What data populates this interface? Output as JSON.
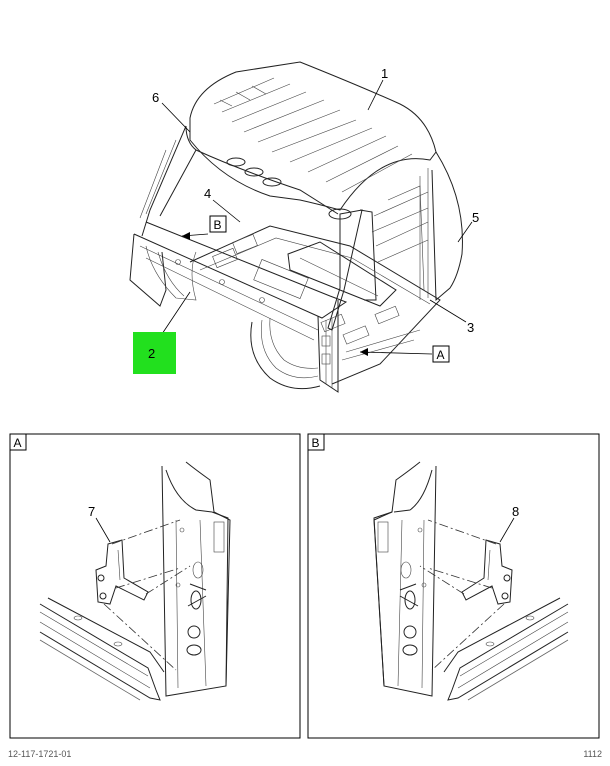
{
  "callouts": {
    "c1": "1",
    "c2": "2",
    "c3": "3",
    "c4": "4",
    "c5": "5",
    "c6": "6",
    "c7": "7",
    "c8": "8"
  },
  "view_refs": {
    "a": "A",
    "b": "B"
  },
  "detail_panels": {
    "a": "A",
    "b": "B"
  },
  "footer": {
    "left": "12-117-1721-01",
    "right": "1112"
  },
  "colors": {
    "highlight": "#22e01e",
    "line": "#222222"
  }
}
